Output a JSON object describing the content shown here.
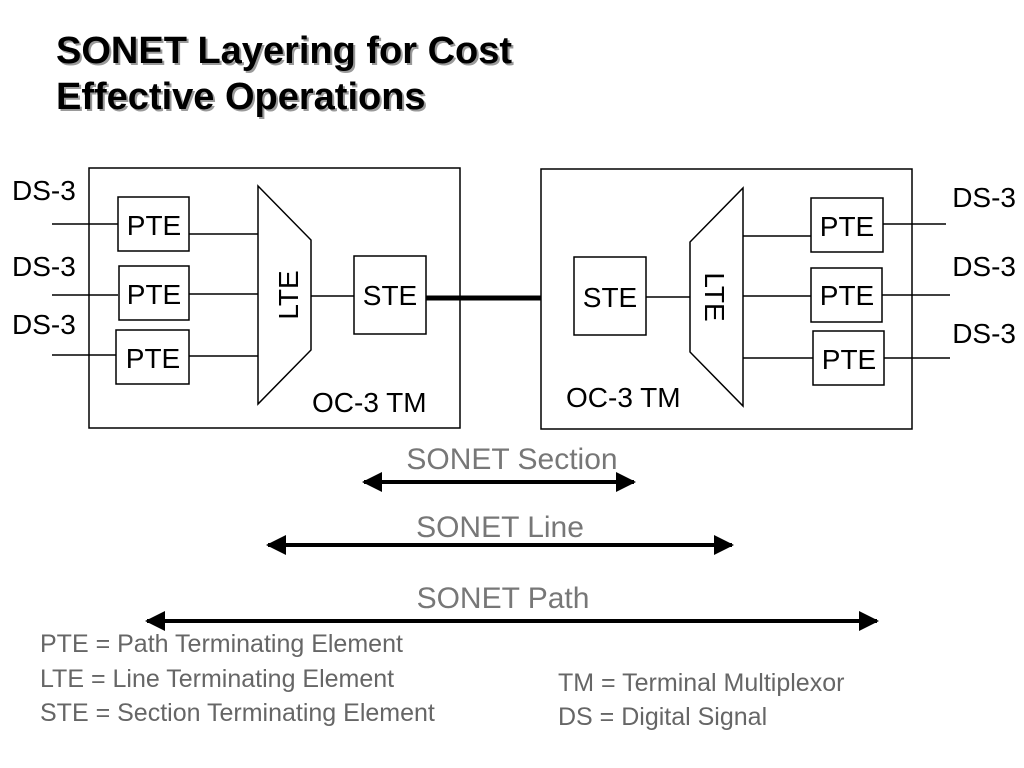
{
  "title": {
    "line1": "SONET Layering for Cost",
    "line2": "Effective Operations"
  },
  "diagram": {
    "left_terminal": {
      "label": "OC-3 TM",
      "ds_labels": [
        "DS-3",
        "DS-3",
        "DS-3"
      ],
      "pte_labels": [
        "PTE",
        "PTE",
        "PTE"
      ],
      "lte_label": "LTE",
      "ste_label": "STE"
    },
    "right_terminal": {
      "label": "OC-3 TM",
      "ds_labels": [
        "DS-3",
        "DS-3",
        "DS-3"
      ],
      "pte_labels": [
        "PTE",
        "PTE",
        "PTE"
      ],
      "lte_label": "LTE",
      "ste_label": "STE"
    },
    "spans": {
      "section": "SONET Section",
      "line": "SONET Line",
      "path": "SONET Path"
    }
  },
  "legend": {
    "left": [
      "PTE = Path Terminating Element",
      "LTE = Line Terminating Element",
      "STE = Section Terminating Element"
    ],
    "right": [
      "TM = Terminal Multiplexor",
      "DS = Digital Signal"
    ]
  },
  "colors": {
    "line": "#000000",
    "box_fill": "#ffffff",
    "span_label": "#777777",
    "legend_text": "#666666"
  }
}
